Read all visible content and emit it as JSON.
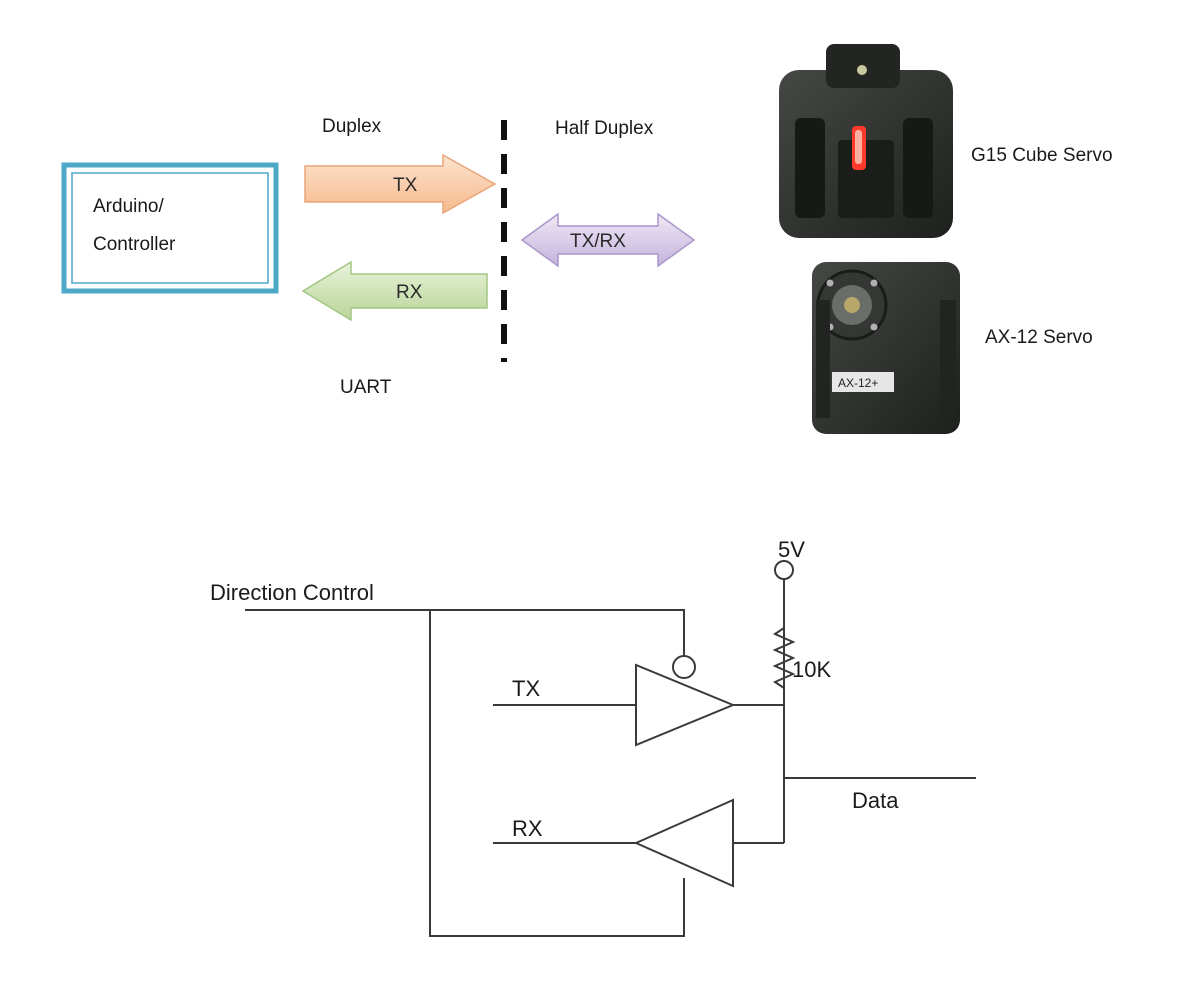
{
  "top": {
    "controller_label_1": "Arduino/",
    "controller_label_2": "Controller",
    "duplex_label": "Duplex",
    "tx_label": "TX",
    "rx_label": "RX",
    "uart_label": "UART",
    "half_duplex_label": "Half Duplex",
    "txrx_label": "TX/RX",
    "servo_top_label": "G15 Cube Servo",
    "servo_bottom_label": "AX-12 Servo",
    "servo_bottom_sticker": "AX-12+"
  },
  "circuit": {
    "direction_control_label": "Direction Control",
    "tx_label": "TX",
    "rx_label": "RX",
    "voltage_label": "5V",
    "resistor_label": "10K",
    "data_label": "Data"
  },
  "colors": {
    "controller_border": "#4ea9c9",
    "tx_arrow_fill": "#f9c9a8",
    "rx_arrow_fill": "#cfe3b6",
    "txrx_arrow_fill": "#dcd0ea",
    "servo_body": "#2b2d2b",
    "servo_led": "#ff3a2a"
  }
}
